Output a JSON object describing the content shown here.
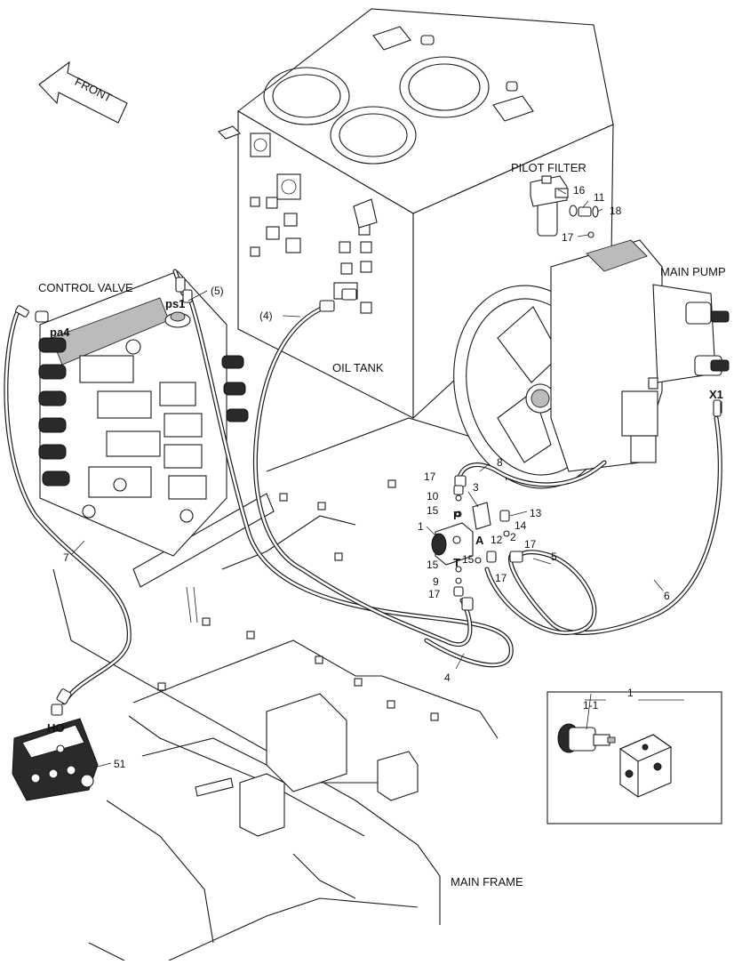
{
  "labels": {
    "front": "FRONT",
    "control_valve": "CONTROL VALVE",
    "oil_tank": "OIL TANK",
    "pilot_filter": "PILOT FILTER",
    "main_pump": "MAIN PUMP",
    "main_frame": "MAIN FRAME"
  },
  "ports": {
    "ps1": "ps1",
    "pa4": "pa4",
    "x1": "X1",
    "ho": "HO",
    "p": "P",
    "t": "T",
    "a": "A"
  },
  "callouts": {
    "c1": "1",
    "c1_1": "1-1",
    "c1_detail": "1",
    "c2": "2",
    "c3": "3",
    "c4": "4",
    "c4_ref": "(4)",
    "c5": "5",
    "c5_ref": "(5)",
    "c6": "6",
    "c7": "7",
    "c8": "8",
    "c9": "9",
    "c10": "10",
    "c11": "11",
    "c12": "12",
    "c13": "13",
    "c14": "14",
    "c15a": "15",
    "c15b": "15",
    "c15c": "15",
    "c16": "16",
    "c17a": "17",
    "c17b": "17",
    "c17c": "17",
    "c17d": "17",
    "c17e": "17",
    "c18": "18",
    "c51": "51"
  }
}
